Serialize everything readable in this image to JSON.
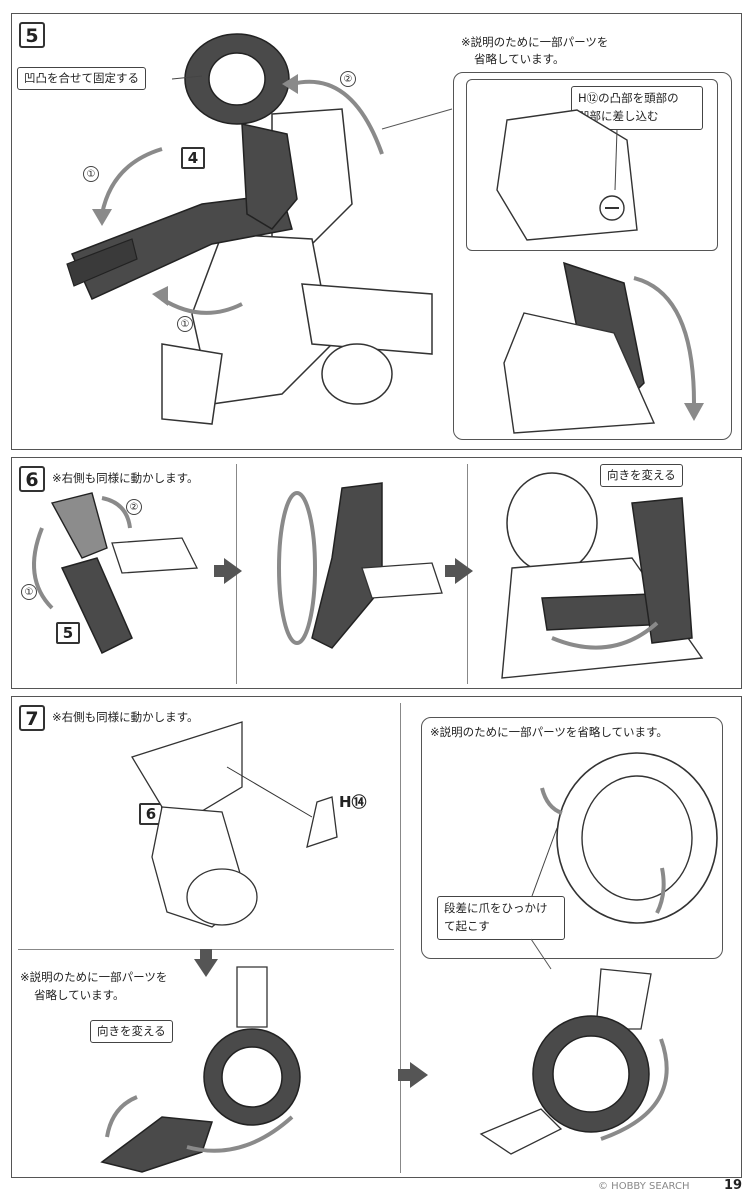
{
  "step5": {
    "number": "5",
    "callout_fix": "凹凸を合せて固定する",
    "ref_part": "4",
    "order_1a": "①",
    "order_1b": "①",
    "order_2": "②",
    "note_line1": "※説明のために一部パーツを",
    "note_line2": "省略しています。",
    "inset_callout_line1": "H⑫の凸部を頭部の",
    "inset_callout_line2": "凹部に差し込む"
  },
  "step6": {
    "number": "6",
    "note": "※右側も同様に動かします。",
    "order_1": "①",
    "order_2": "②",
    "ref_part": "5",
    "callout_turn": "向きを変える"
  },
  "step7": {
    "number": "7",
    "note": "※右側も同様に動かします。",
    "ref_part": "6",
    "part_label": "H⑭",
    "note_omit_line1": "※説明のために一部パーツを",
    "note_omit_line2": "省略しています。",
    "callout_turn": "向きを変える",
    "right_note": "※説明のために一部パーツを省略しています。",
    "callout_hook_line1": "段差に爪をひっかけ",
    "callout_hook_line2": "て起こす"
  },
  "footer": {
    "watermark": "© HOBBY SEARCH",
    "page_number": "19"
  },
  "colors": {
    "part_dark": "#4a4a4a",
    "line": "#333333",
    "arrow": "#8a8a8a"
  }
}
